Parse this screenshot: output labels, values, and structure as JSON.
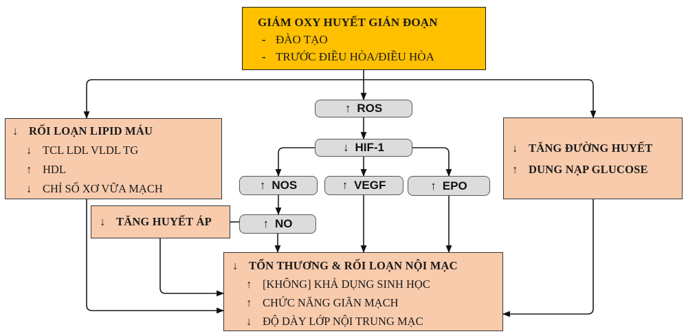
{
  "title_box": {
    "title": "GIẢM OXY HUYẾT GIÁN ĐOẠN",
    "bullet": "-",
    "items": [
      "ĐÀO TẠO",
      "TRƯỚC ĐIỀU HÒA/ĐIỀU HÒA"
    ]
  },
  "lipid_box": {
    "title": {
      "arrow": "↓",
      "text": "RỐI LOẠN LIPID MÁU"
    },
    "items": [
      {
        "arrow": "↓",
        "text": "TCL LDL VLDL TG"
      },
      {
        "arrow": "↑",
        "text": "HDL"
      },
      {
        "arrow": "↓",
        "text": "CHỈ SỐ XƠ VỮA MẠCH"
      }
    ]
  },
  "glucose_box": {
    "items": [
      {
        "arrow": "↓",
        "text": "TĂNG ĐƯỜNG HUYẾT"
      },
      {
        "arrow": "↑",
        "text": "DUNG NẠP GLUCOSE"
      }
    ]
  },
  "bp_box": {
    "arrow": "↓",
    "text": "TĂNG HUYẾT ÁP"
  },
  "nodes": {
    "ros": {
      "arrow": "↑",
      "label": "ROS"
    },
    "hif1": {
      "arrow": "↓",
      "label": "HIF-1"
    },
    "nos": {
      "arrow": "↑",
      "label": "NOS"
    },
    "vegf": {
      "arrow": "↑",
      "label": "VEGF"
    },
    "epo": {
      "arrow": "↑",
      "label": "EPO"
    },
    "no": {
      "arrow": "↑",
      "label": "NO"
    }
  },
  "endothelium_box": {
    "title": {
      "arrow": "↓",
      "text": "TỔN THƯƠNG & RỐI LOẠN NỘI MẠC"
    },
    "items": [
      {
        "arrow": "↑",
        "text": "[KHÔNG] KHẢ DỤNG SINH HỌC"
      },
      {
        "arrow": "↑",
        "text": "CHỨC NĂNG GIÃN MẠCH"
      },
      {
        "arrow": "↓",
        "text": "ĐỘ DÀY LỚP NỘI TRUNG MẠC"
      }
    ]
  },
  "colors": {
    "highlight_yellow": "#FFC000",
    "panel_orange": "#F8CBAD",
    "node_gray": "#DCDCDC",
    "line": "#1a1a1a"
  }
}
